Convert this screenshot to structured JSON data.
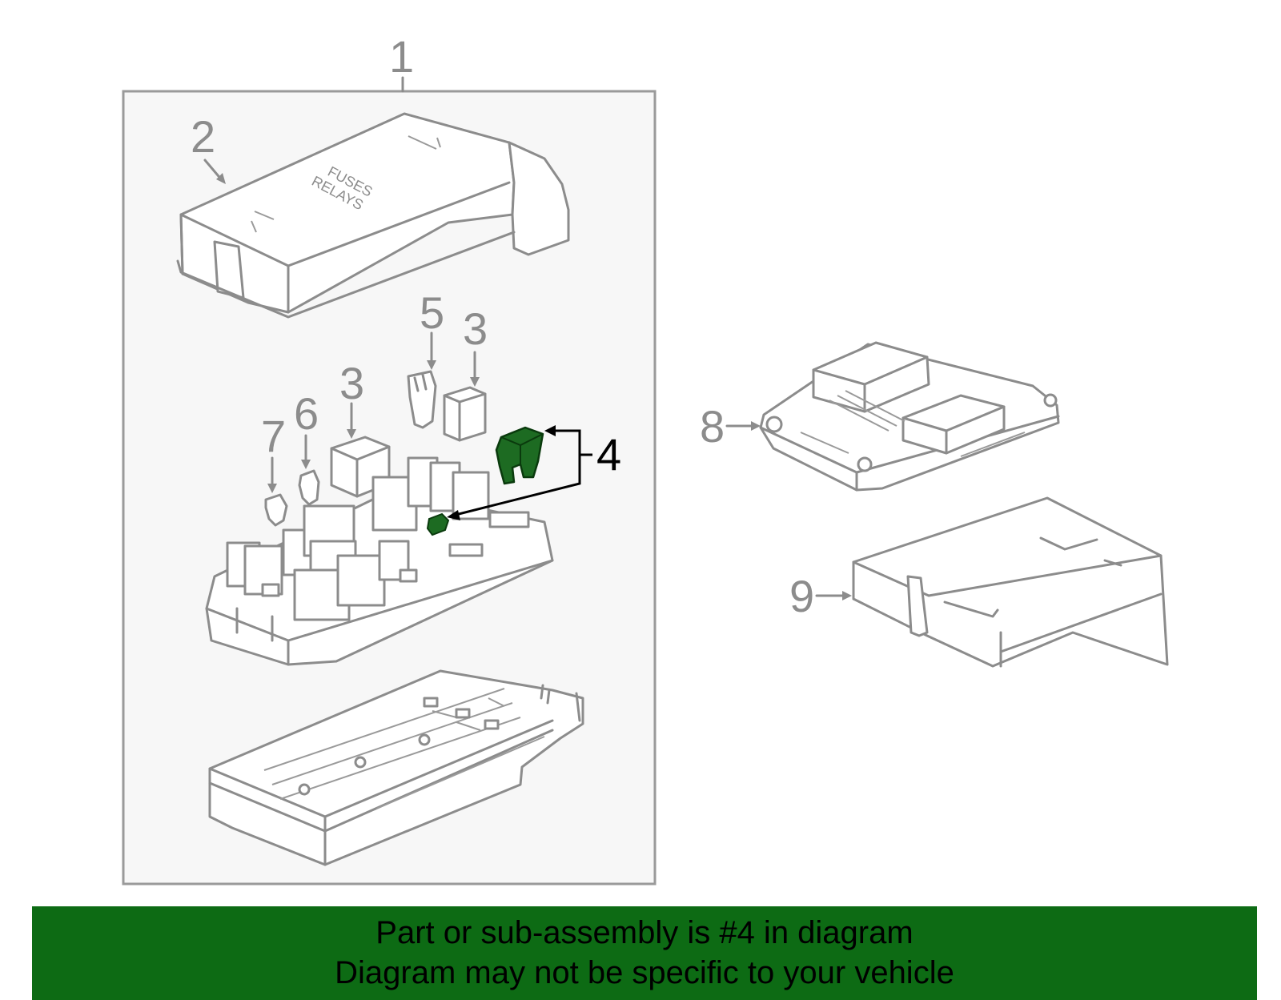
{
  "callouts": {
    "c1": "1",
    "c2": "2",
    "c3a": "3",
    "c3b": "3",
    "c4": "4",
    "c5": "5",
    "c6": "6",
    "c7": "7",
    "c8": "8",
    "c9": "9"
  },
  "cover_text": {
    "line1": "FUSES",
    "line2": "RELAYS"
  },
  "colors": {
    "highlight": "#1d6b22",
    "banner_bg": "#0d6b14",
    "line_gray": "#8c8c8c",
    "panel_bg": "#f7f7f7"
  },
  "banner": {
    "line1": "Part or sub-assembly is #4 in diagram",
    "line2": "Diagram may not be specific to your vehicle"
  }
}
